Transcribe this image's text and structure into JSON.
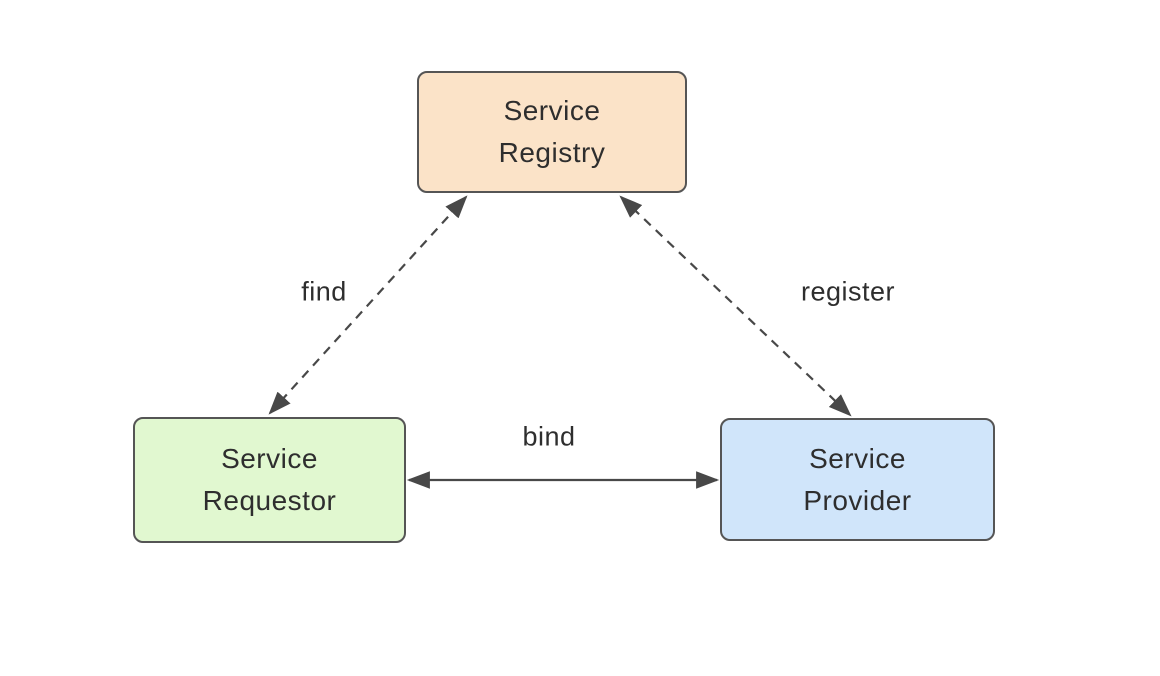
{
  "diagram": {
    "type": "soa-triangle",
    "nodes": {
      "registry": {
        "label": "Service Registry",
        "lines": [
          "Service",
          "Registry"
        ],
        "fill": "#FBE3C8",
        "border": "#555555"
      },
      "requestor": {
        "label": "Service Requestor",
        "lines": [
          "Service",
          "Requestor"
        ],
        "fill": "#E1F8D0",
        "border": "#555555"
      },
      "provider": {
        "label": "Service Provider",
        "lines": [
          "Service",
          "Provider"
        ],
        "fill": "#D0E5FA",
        "border": "#555555"
      }
    },
    "edges": {
      "find": {
        "label": "find",
        "from": "Service Requestor",
        "to": "Service Registry",
        "style": "dashed",
        "direction": "bidirectional"
      },
      "register": {
        "label": "register",
        "from": "Service Provider",
        "to": "Service Registry",
        "style": "dashed",
        "direction": "bidirectional"
      },
      "bind": {
        "label": "bind",
        "from": "Service Requestor",
        "to": "Service Provider",
        "style": "solid",
        "direction": "bidirectional"
      }
    },
    "colors": {
      "arrow": "#484848",
      "text": "#2E2E2E",
      "background": "#FFFFFF"
    }
  }
}
